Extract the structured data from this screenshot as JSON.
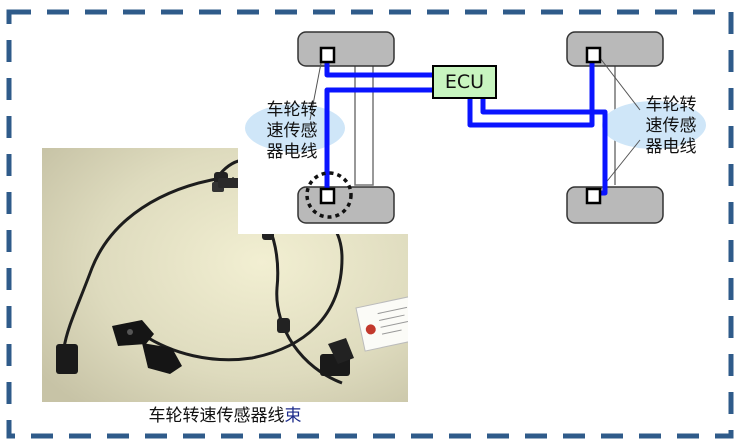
{
  "diagram": {
    "ecu_label": "ECU",
    "sensor_label_left": [
      "车轮转",
      "速传感",
      "器电线"
    ],
    "sensor_label_right": [
      "车轮转",
      "速传感",
      "器电线"
    ]
  },
  "photo": {
    "caption_main": "车轮转速传感器线",
    "caption_tail": "束"
  },
  "colors": {
    "wire": "#0a14ff",
    "ecu_fill": "#c8f5c0",
    "bubble": "#cfe6f8",
    "frame_dash": "#2f5b8a"
  }
}
